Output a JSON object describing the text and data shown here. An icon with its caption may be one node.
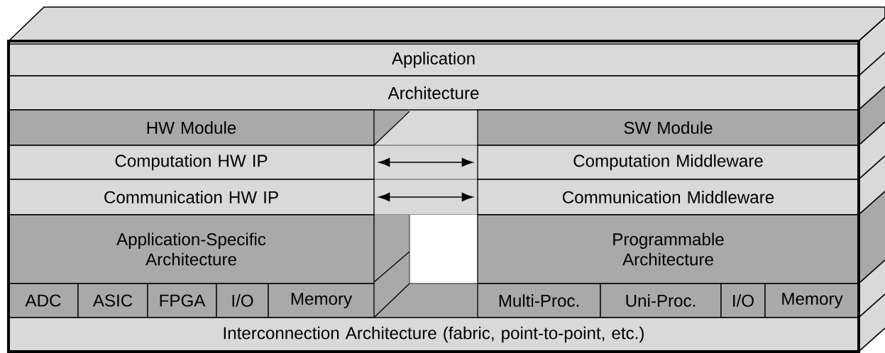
{
  "diagram": {
    "nodes": [
      {
        "text": [
          "Application"
        ]
      },
      {
        "text": [
          "Architecture"
        ]
      },
      {
        "text": [
          "HW Module"
        ]
      },
      {
        "text": [
          "SW Module"
        ]
      },
      {
        "text": [
          "Computation HW IP"
        ]
      },
      {
        "text": [
          "Computation Middleware"
        ]
      },
      {
        "text": [
          "Communication HW IP"
        ]
      },
      {
        "text": [
          "Communication Middleware"
        ]
      },
      {
        "text": [
          "Application-Specific Architecture"
        ]
      },
      {
        "text": [
          "Programmable Architecture"
        ]
      },
      {
        "text": [
          "ADC"
        ]
      },
      {
        "text": [
          "ASIC"
        ]
      },
      {
        "text": [
          "FPGA"
        ]
      },
      {
        "text": [
          "I/O"
        ]
      },
      {
        "text": [
          "Memory"
        ]
      },
      {
        "text": [
          "Multi-Proc."
        ]
      },
      {
        "text": [
          "Uni-Proc."
        ]
      },
      {
        "text": [
          "I/O"
        ]
      },
      {
        "text": [
          "Memory"
        ]
      },
      {
        "text": [
          "Interconnection Architecture (fabric, point-to-point, etc.)"
        ]
      }
    ],
    "edges": [
      {
        "from": 4,
        "to": 5,
        "arrow": "both"
      },
      {
        "from": 6,
        "to": 7,
        "arrow": "both"
      }
    ]
  }
}
